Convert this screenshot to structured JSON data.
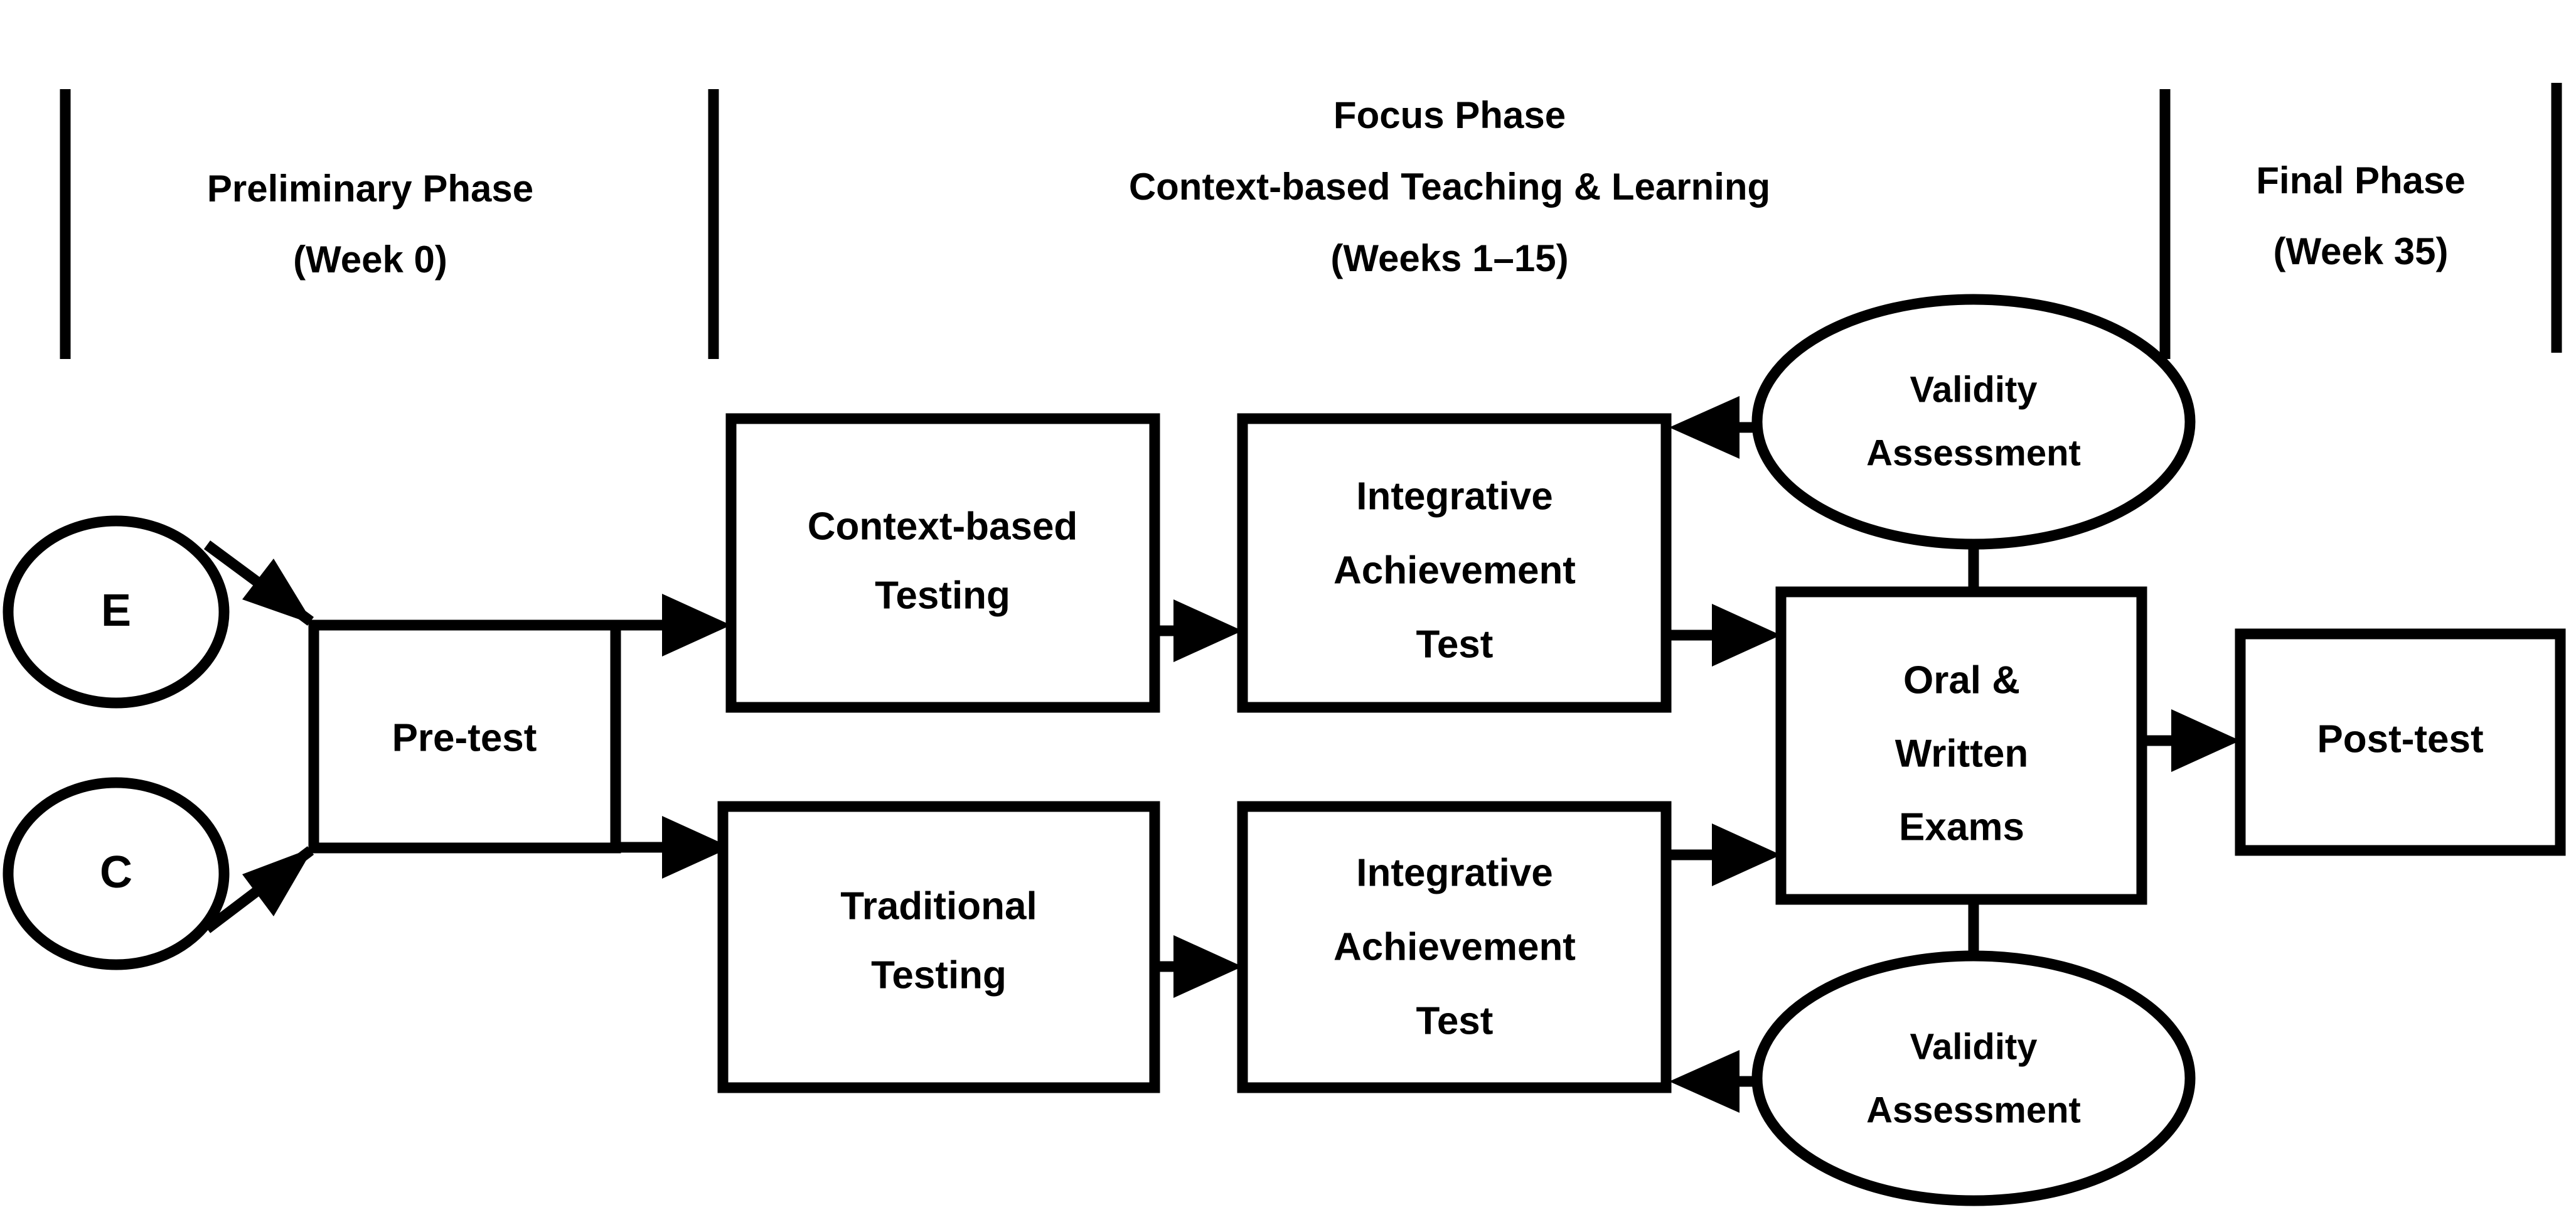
{
  "diagram": {
    "title": "Research design flow diagram",
    "background_color": "#ffffff",
    "line_color": "#000000",
    "phases": [
      {
        "id": "preliminary",
        "lines": [
          "Preliminary  Phase",
          "(Week 0)"
        ],
        "line1": "Preliminary  Phase",
        "line2": "(Week 0)",
        "line3": ""
      },
      {
        "id": "focus",
        "lines": [
          "Focus Phase",
          "Context-based  Teaching & Learning",
          "(Weeks 1–15)"
        ],
        "line1": "Focus Phase",
        "line2": "Context-based  Teaching & Learning",
        "line3": "(Weeks 1–15)"
      },
      {
        "id": "final",
        "lines": [
          "Final Phase",
          "(Week 35)"
        ],
        "line1": "Final Phase",
        "line2": "(Week 35)",
        "line3": ""
      }
    ],
    "groups": [
      {
        "id": "experimental",
        "label": "E"
      },
      {
        "id": "control",
        "label": "C"
      }
    ],
    "nodes": {
      "pretest": {
        "label": "Pre-test",
        "shape": "rect"
      },
      "context_based_testing": {
        "line1": "Context-based",
        "line2": "Testing",
        "shape": "rect"
      },
      "traditional_testing": {
        "line1": "Traditional",
        "line2": "Testing",
        "shape": "rect"
      },
      "integrative_test_top": {
        "line1": "Integrative",
        "line2": "Achievement",
        "line3": "Test",
        "shape": "rect"
      },
      "integrative_test_bottom": {
        "line1": "Integrative",
        "line2": "Achievement",
        "line3": "Test",
        "shape": "rect"
      },
      "oral_written_exams": {
        "line1": "Oral &",
        "line2": "Written",
        "line3": "Exams",
        "shape": "rect"
      },
      "posttest": {
        "label": "Post-test",
        "shape": "rect"
      },
      "validity_top": {
        "line1": "Validity",
        "line2": "Assessment",
        "shape": "ellipse"
      },
      "validity_bottom": {
        "line1": "Validity",
        "line2": "Assessment",
        "shape": "ellipse"
      }
    }
  }
}
